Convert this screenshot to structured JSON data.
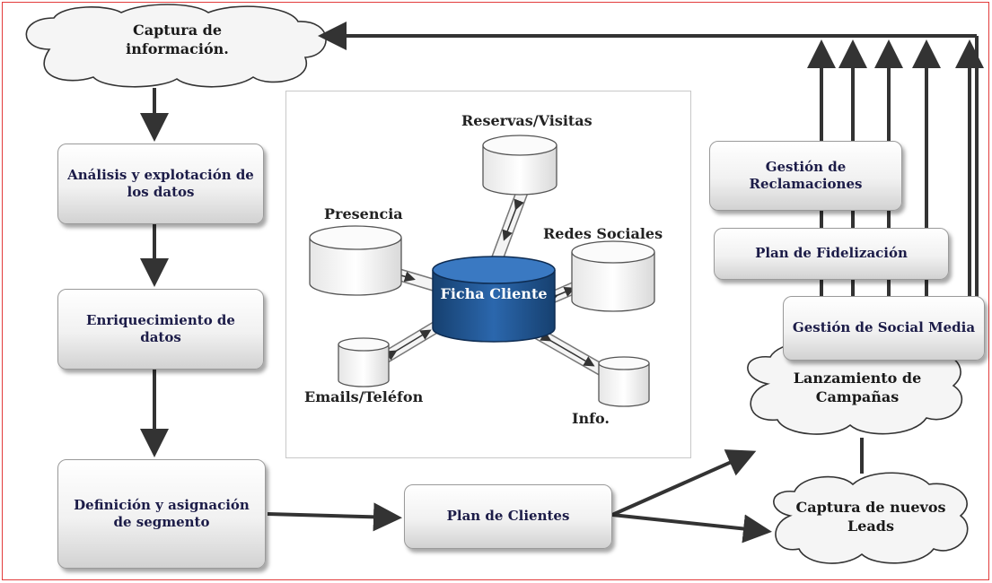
{
  "clouds": {
    "capture_info": "Captura de información.",
    "campaigns": "Lanzamiento de Campañas",
    "leads": "Captura de nuevos Leads"
  },
  "process": {
    "analysis": "Análisis y explotación de los datos",
    "enrichment": "Enriquecimiento de datos",
    "segment": "Definición y asignación de segmento",
    "client_plan": "Plan de Clientes"
  },
  "management": {
    "complaints": "Gestión de Reclamaciones",
    "loyalty": "Plan de Fidelización",
    "social": "Gestión de Social Media"
  },
  "database_diagram": {
    "center": "Ficha Cliente",
    "sources": [
      "Reservas/Visitas",
      "Presencia",
      "Redes Sociales",
      "Emails/Teléfon",
      "Info."
    ]
  },
  "colors": {
    "border": "#e23b3b",
    "center_db": "#1f4e8c",
    "box_text": "#1c1c48",
    "arrow": "#333333"
  }
}
